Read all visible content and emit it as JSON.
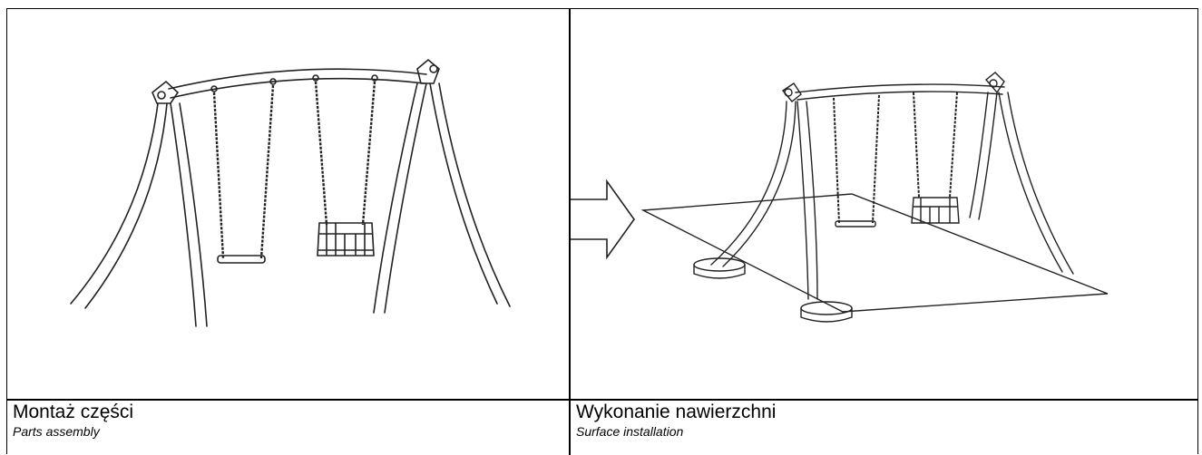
{
  "panels": [
    {
      "title": "Montaż części",
      "subtitle": "Parts assembly"
    },
    {
      "title": "Wykonanie nawierzchni",
      "subtitle": "Surface installation"
    }
  ],
  "arrow_icon": "right-arrow-icon"
}
